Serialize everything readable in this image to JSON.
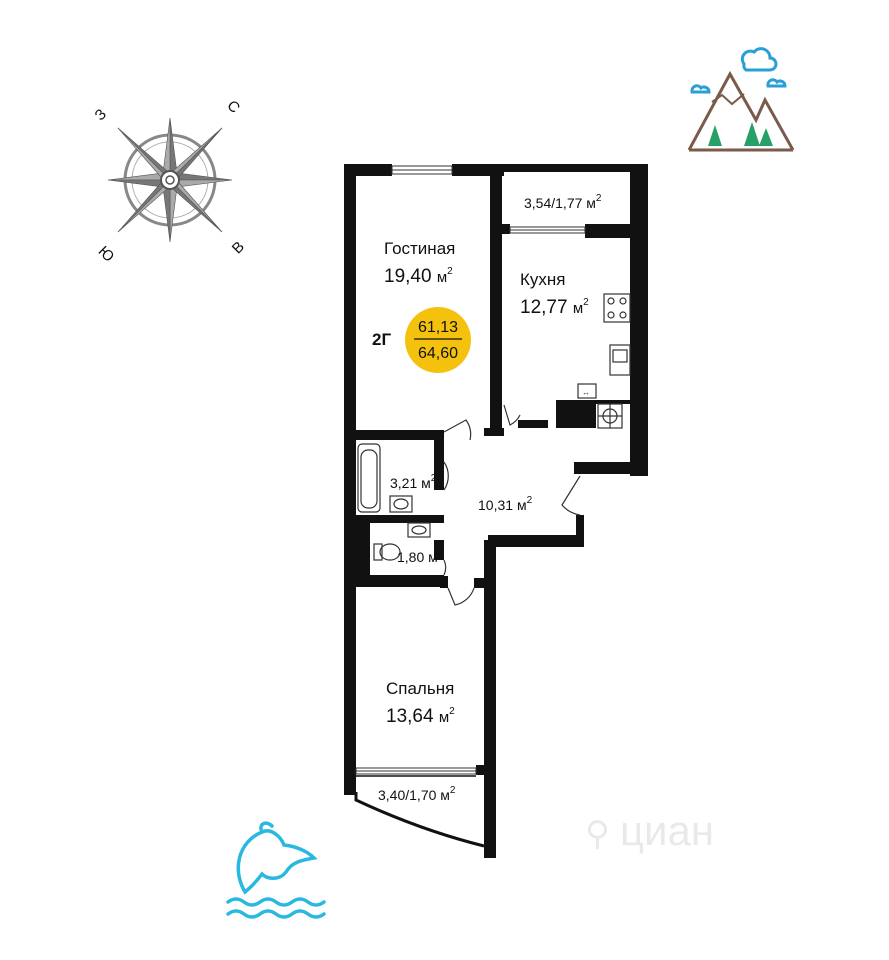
{
  "compass": {
    "north": "С",
    "south": "Ю",
    "west": "З",
    "east": "В"
  },
  "apartment": {
    "type": "2Г",
    "living_area": "61,13",
    "total_area": "64,60"
  },
  "unit": "м",
  "unit_power": "2",
  "rooms": {
    "living": {
      "name": "Гостиная",
      "area": "19,40"
    },
    "kitchen": {
      "name": "Кухня",
      "area": "12,77"
    },
    "bedroom": {
      "name": "Спальня",
      "area": "13,64"
    },
    "bathroom": {
      "area": "3,21"
    },
    "toilet": {
      "area": "1,80"
    },
    "hall": {
      "area": "10,31"
    },
    "balcony_top": {
      "area": "3,54/1,77"
    },
    "balcony_bottom": {
      "area": "3,40/1,70"
    }
  },
  "watermark": "циан",
  "colors": {
    "badge": "#f4c20d",
    "walls": "#111111",
    "dolphin": "#29b8e0",
    "trees": "#27a068",
    "mountain": "#7a5a4a",
    "cloud": "#2a9fd6",
    "compass": "#777777"
  }
}
